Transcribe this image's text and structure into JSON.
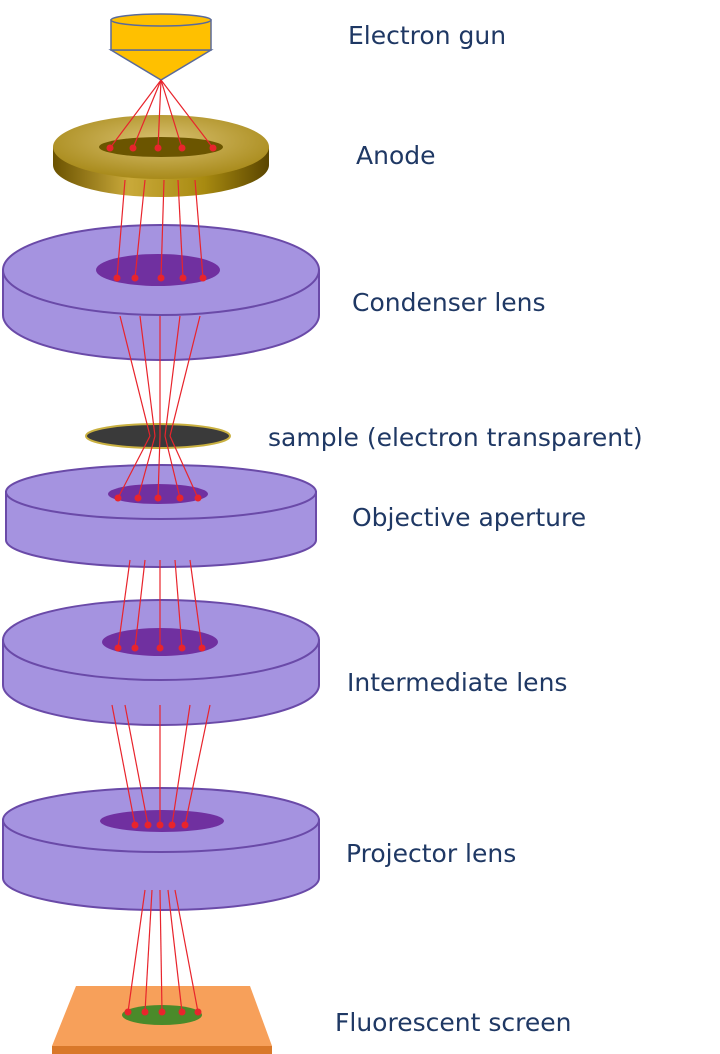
{
  "labels": {
    "electron_gun": "Electron gun",
    "anode": "Anode",
    "condenser_lens": "Condenser lens",
    "sample": "sample (electron transparent)",
    "objective_aperture": "Objective aperture",
    "intermediate_lens": "Intermediate lens",
    "projector_lens": "Projector lens",
    "fluorescent_screen": "Fluorescent screen"
  },
  "colors": {
    "label_text": "#1f3864",
    "gun": "#ffc000",
    "anode": "#b8960c",
    "lens": "#a593e0",
    "lens_hole": "#7030a0",
    "sample": "#3a3a3a",
    "screen": "#f79646",
    "screen_spot": "#4a8a2a",
    "ray": "#e8242c"
  }
}
